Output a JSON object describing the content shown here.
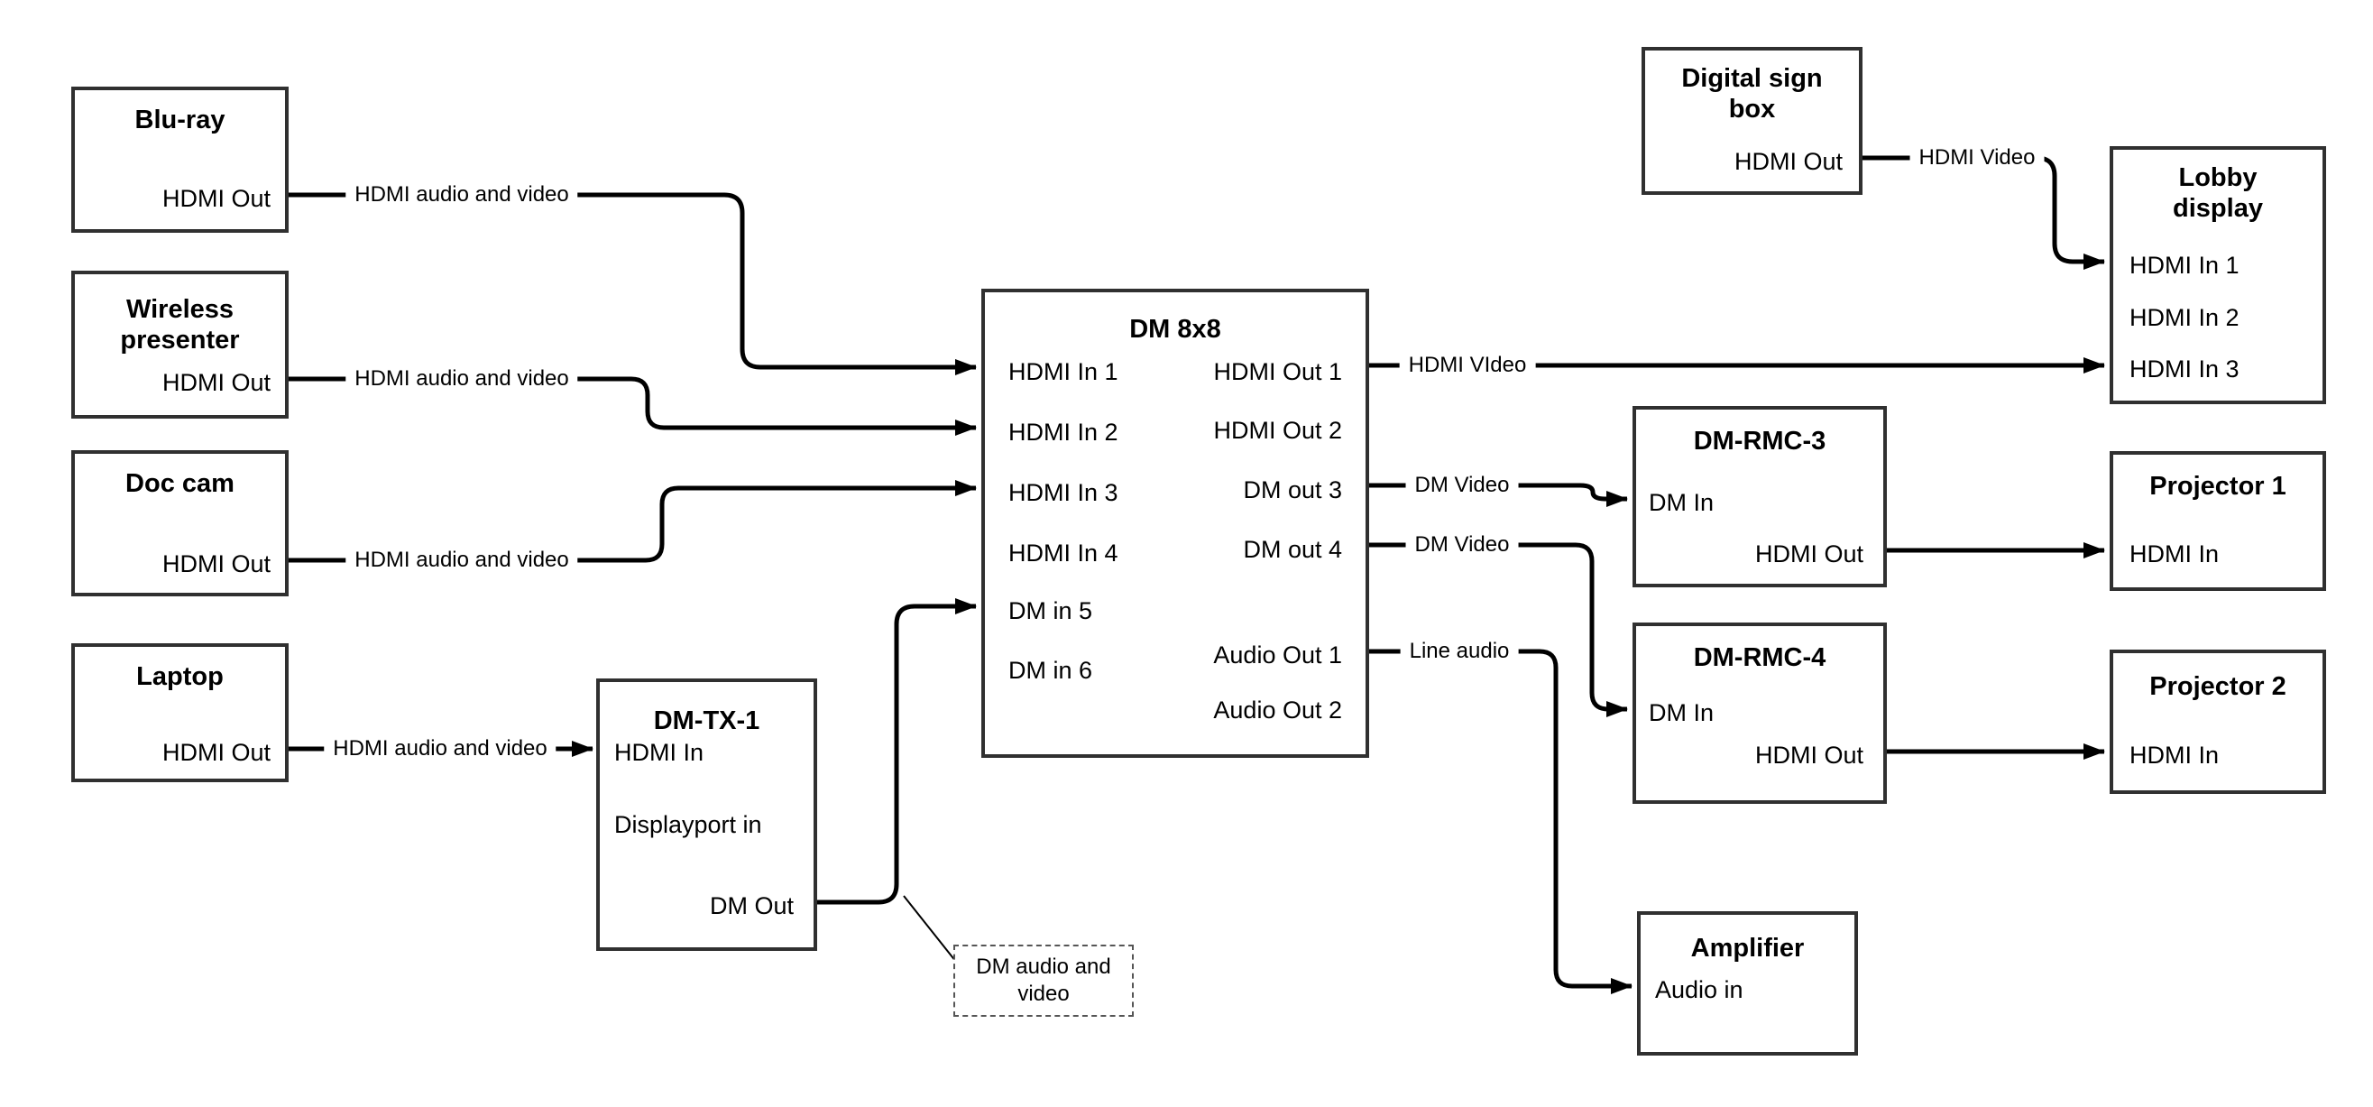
{
  "nodes": {
    "bluray": {
      "title": "Blu-ray",
      "port_hdmi_out": "HDMI Out"
    },
    "wireless": {
      "title": "Wireless presenter",
      "port_hdmi_out": "HDMI Out"
    },
    "doccam": {
      "title": "Doc cam",
      "port_hdmi_out": "HDMI Out"
    },
    "laptop": {
      "title": "Laptop",
      "port_hdmi_out": "HDMI Out"
    },
    "dmtx1": {
      "title": "DM-TX-1",
      "port_hdmi_in": "HDMI In",
      "port_dp_in": "Displayport in",
      "port_dm_out": "DM Out"
    },
    "dm8x8": {
      "title": "DM 8x8",
      "in1": "HDMI In 1",
      "in2": "HDMI In 2",
      "in3": "HDMI In 3",
      "in4": "HDMI In 4",
      "in5": "DM in 5",
      "in6": "DM in 6",
      "out1": "HDMI Out 1",
      "out2": "HDMI Out 2",
      "out3": "DM out 3",
      "out4": "DM out 4",
      "out5": "Audio Out 1",
      "out6": "Audio Out 2"
    },
    "digital_sign": {
      "title": "Digital sign box",
      "port_hdmi_out": "HDMI Out"
    },
    "lobby": {
      "title": "Lobby display",
      "in1": "HDMI In 1",
      "in2": "HDMI In 2",
      "in3": "HDMI In 3"
    },
    "rmc3": {
      "title": "DM-RMC-3",
      "port_dm_in": "DM In",
      "port_hdmi_out": "HDMI Out"
    },
    "proj1": {
      "title": "Projector 1",
      "port_hdmi_in": "HDMI In"
    },
    "rmc4": {
      "title": "DM-RMC-4",
      "port_dm_in": "DM In",
      "port_hdmi_out": "HDMI Out"
    },
    "proj2": {
      "title": "Projector 2",
      "port_hdmi_in": "HDMI In"
    },
    "amplifier": {
      "title": "Amplifier",
      "port_audio_in": "Audio in"
    }
  },
  "edges": {
    "bluray": {
      "label": "HDMI audio and video"
    },
    "wireless": {
      "label": "HDMI audio and video"
    },
    "doccam": {
      "label": "HDMI audio and video"
    },
    "laptop": {
      "label": "HDMI audio and video"
    },
    "hdmi_out1": {
      "label": "HDMI VIdeo"
    },
    "dm_out3": {
      "label": "DM Video"
    },
    "dm_out4": {
      "label": "DM Video"
    },
    "audio_out1": {
      "label": "Line audio"
    },
    "digital_sign": {
      "label": "HDMI Video"
    }
  },
  "callout": {
    "text": "DM audio and video"
  },
  "colors": {
    "line": "#000000",
    "box_border": "#303030",
    "background": "#ffffff"
  }
}
